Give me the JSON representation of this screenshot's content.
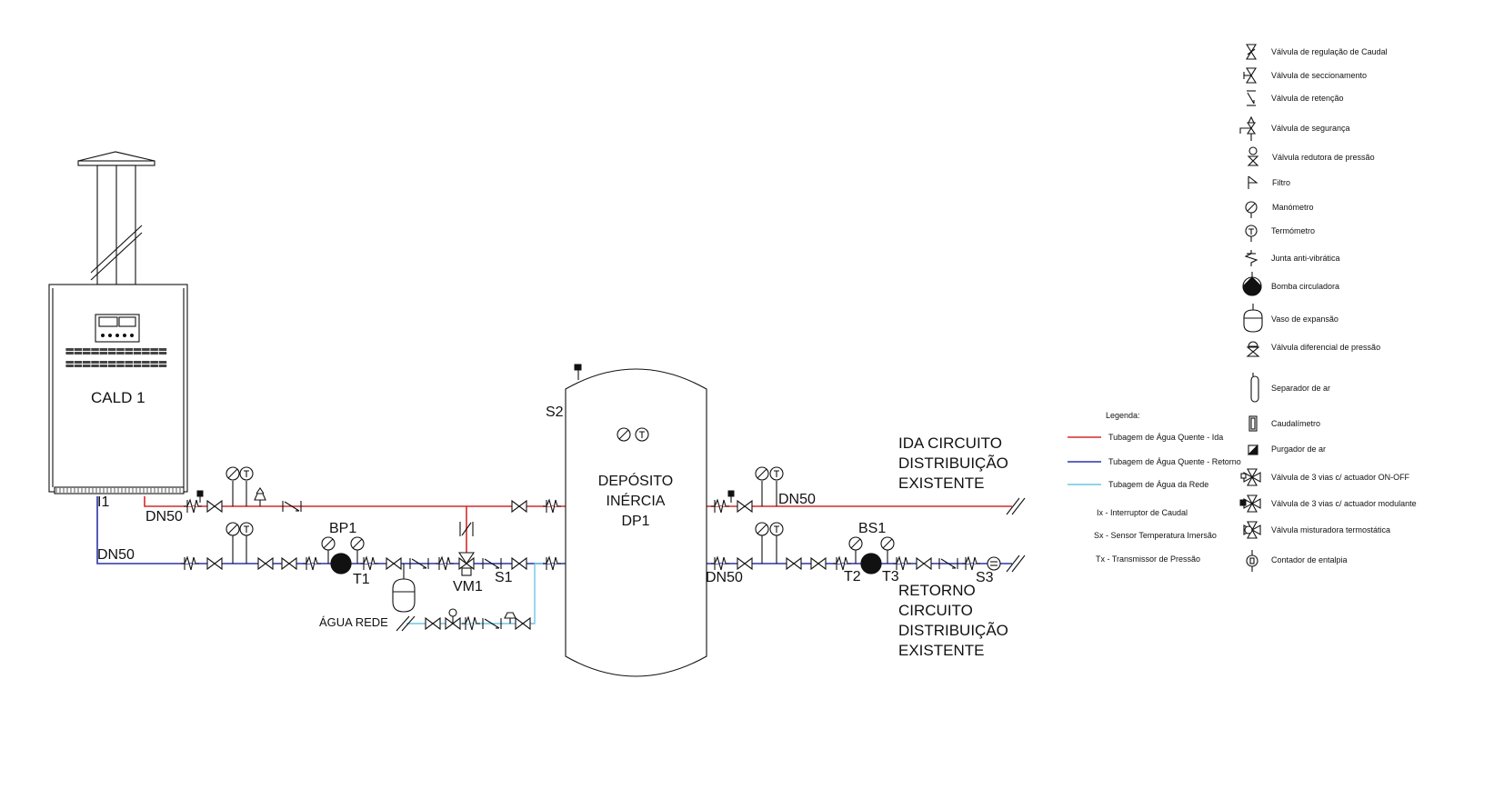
{
  "labels": {
    "boiler": "CALD 1",
    "tank_line1": "DEPÓSITO",
    "tank_line2": "INÉRCIA",
    "tank_line3": "DP1",
    "s2": "S2",
    "i1": "I1",
    "dn50_supply": "DN50",
    "dn50_return": "DN50",
    "dn50_right_supply": "DN50",
    "dn50_right_return": "DN50",
    "bp1": "BP1",
    "t1": "T1",
    "vm1": "VM1",
    "s1": "S1",
    "agua_rede": "ÁGUA REDE",
    "bs1": "BS1",
    "t2": "T2",
    "t3": "T3",
    "s3": "S3",
    "ida_line1": "IDA CIRCUITO",
    "ida_line2": "DISTRIBUIÇÃO",
    "ida_line3": "EXISTENTE",
    "ret_line1": "RETORNO",
    "ret_line2": "CIRCUITO",
    "ret_line3": "DISTRIBUIÇÃO",
    "ret_line4": "EXISTENTE"
  },
  "legend": {
    "title": "Legenda:",
    "pipes": [
      {
        "label": "Tubagem de Água Quente - Ida",
        "color": "#d42a2a"
      },
      {
        "label": "Tubagem de Água Quente - Retorno",
        "color": "#2b34a8"
      },
      {
        "label": "Tubagem de Água da Rede",
        "color": "#6ec6e4"
      }
    ],
    "abbreviations": [
      "Ix - Interruptor de Caudal",
      "Sx - Sensor Temperatura Imersão",
      "Tx - Transmissor de Pressão"
    ]
  },
  "symbols": [
    {
      "label": "Válvula de regulação de Caudal",
      "icon": "flow-regulating-valve-icon"
    },
    {
      "label": "Válvula de seccionamento",
      "icon": "isolation-valve-icon"
    },
    {
      "label": "Válvula de retenção",
      "icon": "check-valve-icon"
    },
    {
      "label": "Válvula de segurança",
      "icon": "safety-valve-icon"
    },
    {
      "label": "Válvula redutora de pressão",
      "icon": "pressure-reducing-valve-icon"
    },
    {
      "label": "Filtro",
      "icon": "filter-icon"
    },
    {
      "label": "Manómetro",
      "icon": "manometer-icon"
    },
    {
      "label": "Termómetro",
      "icon": "thermometer-icon"
    },
    {
      "label": "Junta anti-vibrática",
      "icon": "anti-vibration-joint-icon"
    },
    {
      "label": "Bomba circuladora",
      "icon": "circulator-pump-icon"
    },
    {
      "label": "Vaso de expansão",
      "icon": "expansion-vessel-icon"
    },
    {
      "label": "Válvula diferencial de pressão",
      "icon": "differential-pressure-valve-icon"
    },
    {
      "label": "Separador de ar",
      "icon": "air-separator-icon"
    },
    {
      "label": "Caudalímetro",
      "icon": "flowmeter-icon"
    },
    {
      "label": "Purgador de ar",
      "icon": "air-vent-icon"
    },
    {
      "label": "Válvula de 3 vias c/ actuador ON-OFF",
      "icon": "three-way-valve-onoff-icon"
    },
    {
      "label": "Válvula de 3 vias c/ actuador modulante",
      "icon": "three-way-valve-modulating-icon"
    },
    {
      "label": "Válvula misturadora termostática",
      "icon": "thermostatic-mixing-valve-icon"
    },
    {
      "label": "Contador de entalpia",
      "icon": "energy-meter-icon"
    }
  ]
}
